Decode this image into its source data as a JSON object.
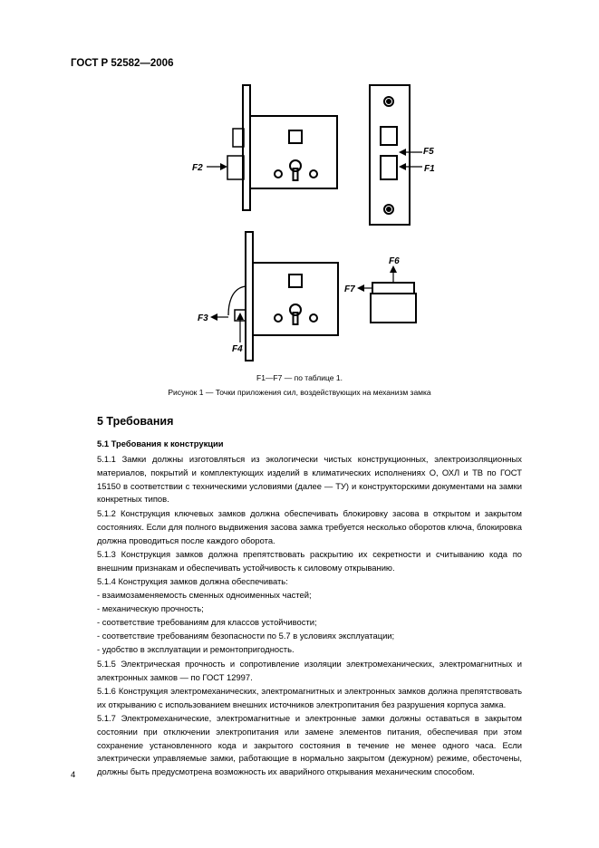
{
  "header": "ГОСТ Р 52582—2006",
  "figure": {
    "labels": {
      "f1": "F1",
      "f2": "F2",
      "f3": "F3",
      "f4": "F4",
      "f5": "F5",
      "f6": "F6",
      "f7": "F7"
    },
    "note": "F1—F7 — по таблице 1.",
    "caption": "Рисунок 1 — Точки приложения сил, воздействующих на механизм замка"
  },
  "section": {
    "title": "5  Требования",
    "subsection": "5.1  Требования к конструкции"
  },
  "paragraphs": [
    "5.1.1  Замки должны изготовляться из экологически чистых конструкционных, электроизоляционных материалов, покрытий и комплектующих изделий в климатических исполнениях О, ОХЛ и ТВ по ГОСТ 15150 в соответствии с техническими условиями (далее — ТУ) и конструкторскими документами на замки конкретных типов.",
    "5.1.2  Конструкция ключевых замков должна обеспечивать блокировку засова в открытом и закрытом состояниях. Если для полного выдвижения засова замка требуется несколько оборотов ключа, блокировка должна проводиться после каждого оборота.",
    "5.1.3  Конструкция замков должна препятствовать раскрытию их секретности и считыванию кода по внешним признакам и обеспечивать устойчивость к силовому открыванию."
  ],
  "list_intro": "5.1.4  Конструкция замков должна обеспечивать:",
  "list_items": [
    "- взаимозаменяемость сменных одноименных частей;",
    "- механическую прочность;",
    "- соответствие требованиям для классов устойчивости;",
    "- соответствие требованиям безопасности по 5.7 в условиях эксплуатации;",
    "- удобство в эксплуатации и ремонтопригодность."
  ],
  "paragraphs2": [
    "5.1.5  Электрическая прочность и сопротивление изоляции электромеханических, электромагнитных и электронных замков — по ГОСТ 12997.",
    "5.1.6  Конструкция электромеханических, электромагнитных и электронных замков должна препятствовать их открыванию с использованием внешних источников электропитания без разрушения корпуса замка.",
    "5.1.7  Электромеханические, электромагнитные и электронные замки должны оставаться в закрытом состоянии при отключении электропитания или замене элементов питания, обеспечивая при этом сохранение установленного кода и закрытого состояния в течение не менее одного часа. Если электрически управляемые замки, работающие в нормально закрытом (дежурном) режиме, обесточены, должны быть предусмотрена возможность их аварийного открывания механическим способом."
  ],
  "page_number": "4"
}
